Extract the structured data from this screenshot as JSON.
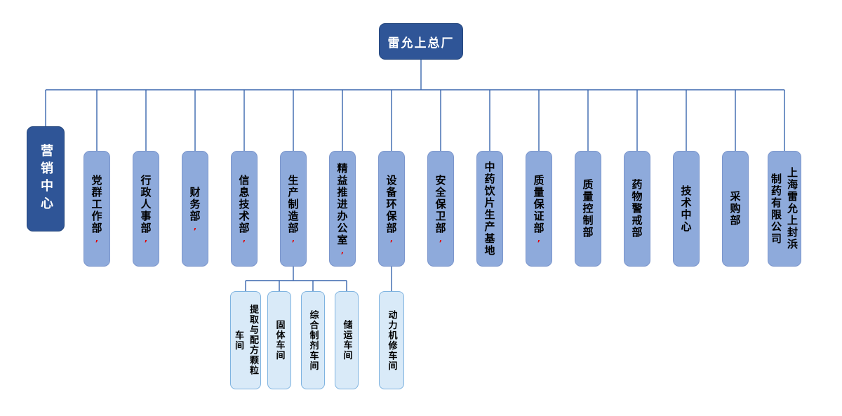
{
  "root": {
    "label": "雷允上总厂"
  },
  "departments": [
    {
      "label": "营销中心"
    },
    {
      "label": "党群工作部",
      "mark": ","
    },
    {
      "label": "行政人事部",
      "mark": ","
    },
    {
      "label": "财务部",
      "mark": ","
    },
    {
      "label": "信息技术部",
      "mark": ","
    },
    {
      "label": "生产制造部",
      "mark": ","
    },
    {
      "label": "精益推进办公室",
      "mark": ","
    },
    {
      "label": "设备环保部",
      "mark": ","
    },
    {
      "label": "安全保卫部",
      "mark": ","
    },
    {
      "label": "中药饮片生产基地"
    },
    {
      "label": "质量保证部",
      "mark": ","
    },
    {
      "label": "质量控制部"
    },
    {
      "label": "药物警戒部"
    },
    {
      "label": "技术中心"
    },
    {
      "label": "采购部"
    },
    {
      "label": "上海雷允上封浜",
      "label2": "制药有限公司"
    }
  ],
  "production_workshops": [
    {
      "label": "提取与配方颗粒",
      "label2": "车间"
    },
    {
      "label": "固体车间"
    },
    {
      "label": "综合制剂车间"
    },
    {
      "label": "储运车间"
    }
  ],
  "equipment_workshops": [
    {
      "label": "动力机修车间"
    }
  ],
  "colors": {
    "root_fill": "#2F5597",
    "department_fill": "#8EAADB",
    "workshop_fill": "#D9EAF8",
    "connector": "#3A66AD",
    "footnote_mark": "#e00000"
  }
}
